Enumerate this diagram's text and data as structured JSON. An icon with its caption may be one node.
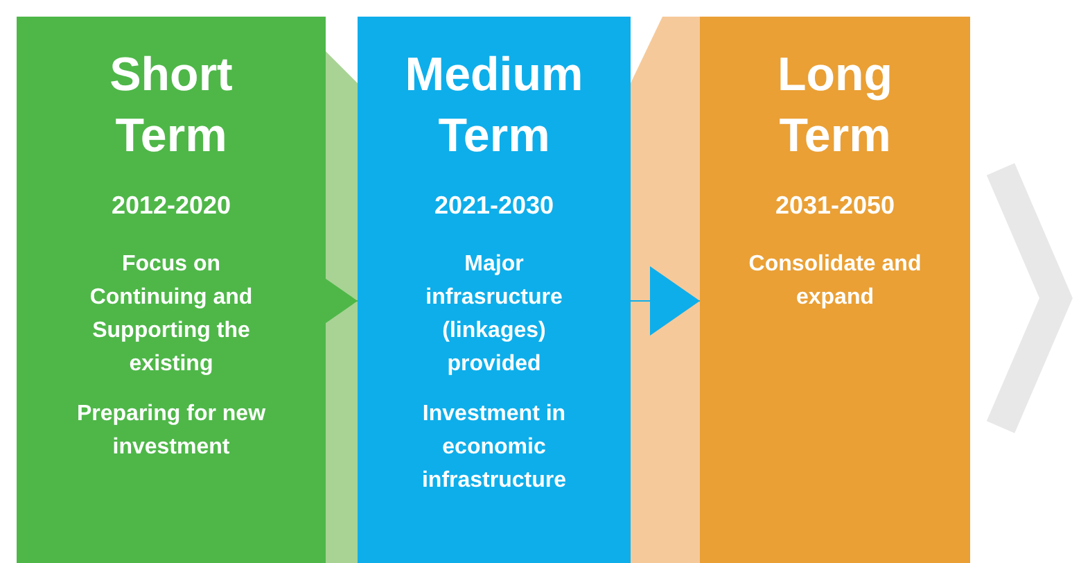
{
  "diagram": {
    "nodes": [
      {
        "text": [
          "Short Term",
          "2012-2020",
          "Focus on Continuing and Supporting the existing",
          "Preparing for new investment"
        ]
      },
      {
        "text": [
          "Medium Term",
          "2021-2030",
          "Major infrasructure (linkages) provided",
          "Investment in economic infrastructure"
        ]
      },
      {
        "text": [
          "Long Term",
          "2031-2050",
          "Consolidate and expand"
        ]
      }
    ],
    "edges": [
      {
        "from": 0,
        "to": 1,
        "arrow": "to",
        "color": "#4eb748"
      },
      {
        "from": 1,
        "to": 2,
        "arrow": "to",
        "color": "#0eaeea"
      }
    ]
  }
}
